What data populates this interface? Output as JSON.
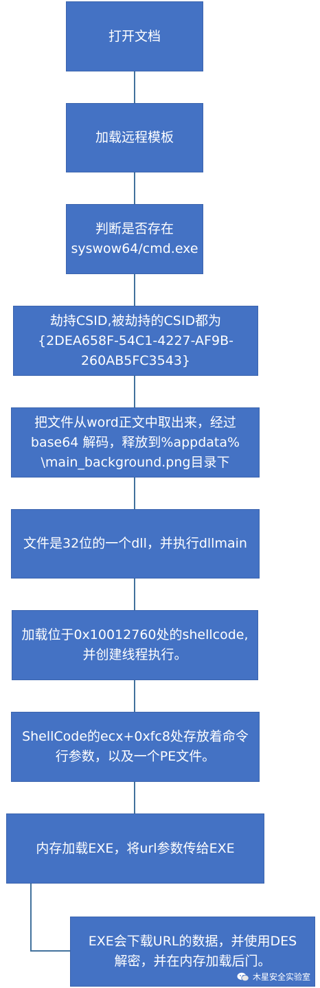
{
  "flowchart": {
    "steps": [
      {
        "id": "open-doc",
        "text": "打开文档"
      },
      {
        "id": "load-remote-template",
        "text": "加载远程模板"
      },
      {
        "id": "check-cmd",
        "text": "判断是否存在\nsyswow64/cmd.exe"
      },
      {
        "id": "hijack-csid",
        "text": "劫持CSID,被劫持的CSID都为\n{2DEA658F-54C1-4227-AF9B-\n260AB5FC3543}"
      },
      {
        "id": "extract-file",
        "text": "把文件从word正文中取出来，经过\nbase64 解码，释放到%appdata%\n\\main_background.png目录下"
      },
      {
        "id": "dll-exec",
        "text": "文件是32位的一个dll，并执行dllmain"
      },
      {
        "id": "load-shellcode",
        "text": "加载位于0x10012760处的shellcode,\n并创建线程执行。"
      },
      {
        "id": "shellcode-params",
        "text": "ShellCode的ecx+0xfc8处存放着命令\n行参数，以及一个PE文件。"
      },
      {
        "id": "load-exe",
        "text": "内存加载EXE，将url参数传给EXE"
      },
      {
        "id": "download-des",
        "text": "EXE会下载URL的数据，并使用DES\n解密，并在内存加载后门。"
      }
    ]
  },
  "watermark": {
    "text": "木星安全实验室",
    "icon": "wechat-icon"
  },
  "colors": {
    "node_fill": "#4472c4",
    "connector": "#41719c",
    "text": "#ffffff"
  }
}
